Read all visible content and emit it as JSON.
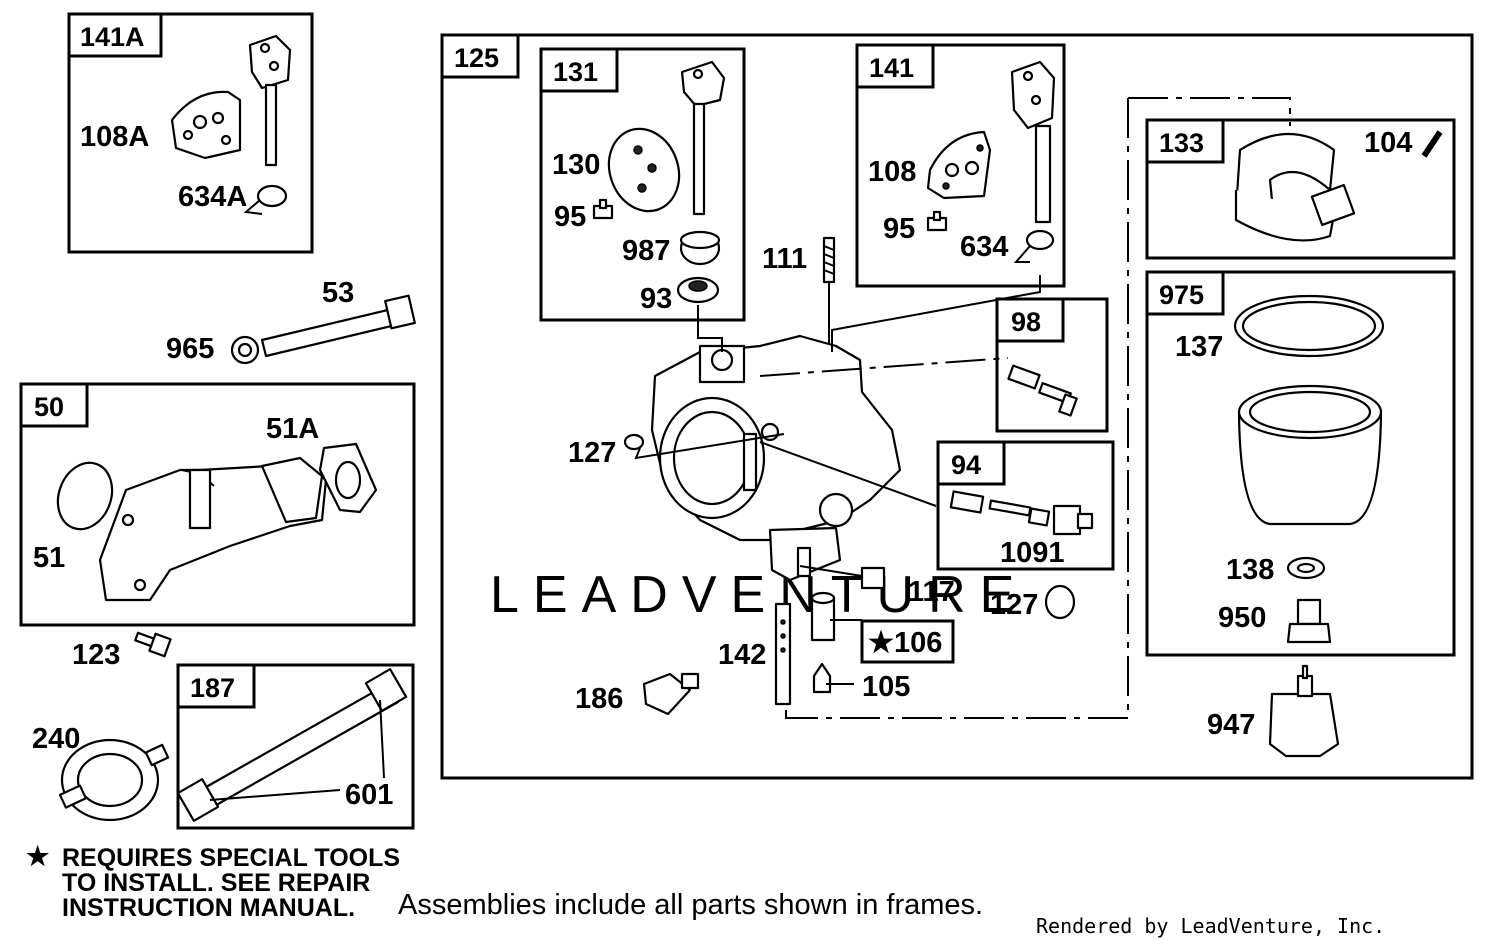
{
  "watermark": "LEADVENTURE",
  "frames": {
    "f141A": "141A",
    "f50": "50",
    "f187": "187",
    "f125": "125",
    "f131": "131",
    "f141": "141",
    "f98": "98",
    "f94": "94",
    "f133": "133",
    "f975": "975"
  },
  "parts": {
    "p108A": "108A",
    "p634A": "634A",
    "p53": "53",
    "p965": "965",
    "p51A": "51A",
    "p51": "51",
    "p123": "123",
    "p240": "240",
    "p601": "601",
    "p130": "130",
    "p95a": "95",
    "p987": "987",
    "p93": "93",
    "p111": "111",
    "p108": "108",
    "p95b": "95",
    "p634": "634",
    "p127a": "127",
    "p1091": "1091",
    "p117": "117",
    "p127b": "127",
    "p106": "★106",
    "p142": "142",
    "p105": "105",
    "p186": "186",
    "p104": "104",
    "p137": "137",
    "p138": "138",
    "p950": "950",
    "p947": "947"
  },
  "note": {
    "star": "★",
    "text": "REQUIRES SPECIAL TOOLS TO INSTALL.  SEE REPAIR INSTRUCTION MANUAL."
  },
  "caption": "Assemblies include all parts shown in frames.",
  "credit": "Rendered by LeadVenture, Inc."
}
